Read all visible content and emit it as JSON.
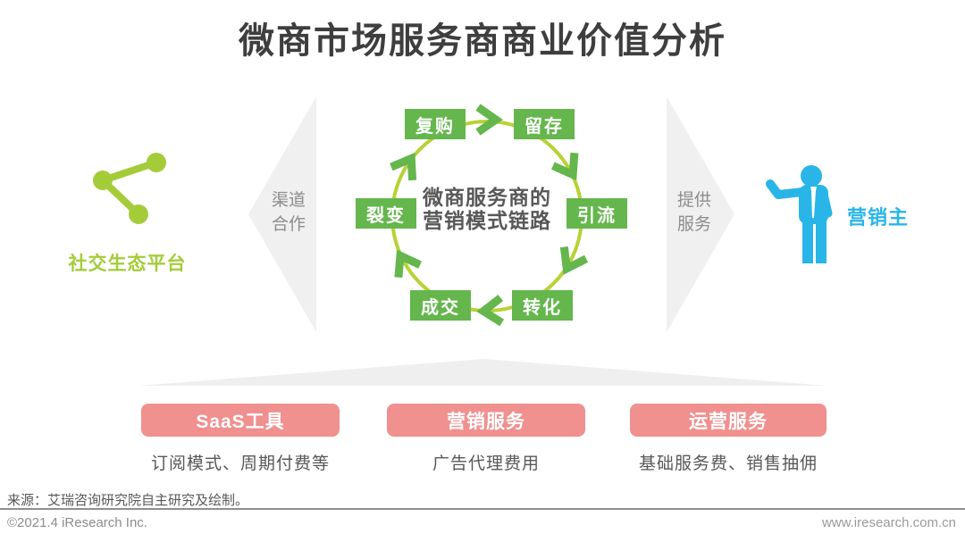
{
  "title": "微商市场服务商商业价值分析",
  "left_entity": {
    "label": "社交生态平台",
    "icon": "share-network-icon"
  },
  "left_arrow": {
    "lines": [
      "渠道",
      "合作"
    ],
    "direction": "left"
  },
  "cycle": {
    "center_lines": [
      "微商服务商的",
      "营销模式链路"
    ],
    "steps": [
      "复购",
      "留存",
      "引流",
      "转化",
      "成交",
      "裂变"
    ],
    "flow": "clockwise"
  },
  "right_arrow": {
    "lines": [
      "提供",
      "服务"
    ],
    "direction": "right"
  },
  "right_entity": {
    "label": "营销主",
    "icon": "businessman-icon"
  },
  "value_boxes": [
    {
      "title": "SaaS工具",
      "desc": "订阅模式、周期付费等"
    },
    {
      "title": "营销服务",
      "desc": "广告代理费用"
    },
    {
      "title": "运营服务",
      "desc": "基础服务费、销售抽佣"
    }
  ],
  "footer": {
    "source": "来源：艾瑞咨询研究院自主研究及绘制。",
    "copyright": "©2021.4 iResearch Inc.",
    "website": "www.iresearch.com.cn"
  },
  "colors": {
    "title_text": "#3e3e3e",
    "step_green": "#64b64d",
    "ring_green": "#b6d234",
    "lime_green": "#a4cc39",
    "entity_blue": "#29b5e8",
    "value_pink": "#f0908f",
    "arrow_gray": "#f0f0f0",
    "arrow_text_gray": "#8c8c8c",
    "body_text_gray": "#595757"
  }
}
